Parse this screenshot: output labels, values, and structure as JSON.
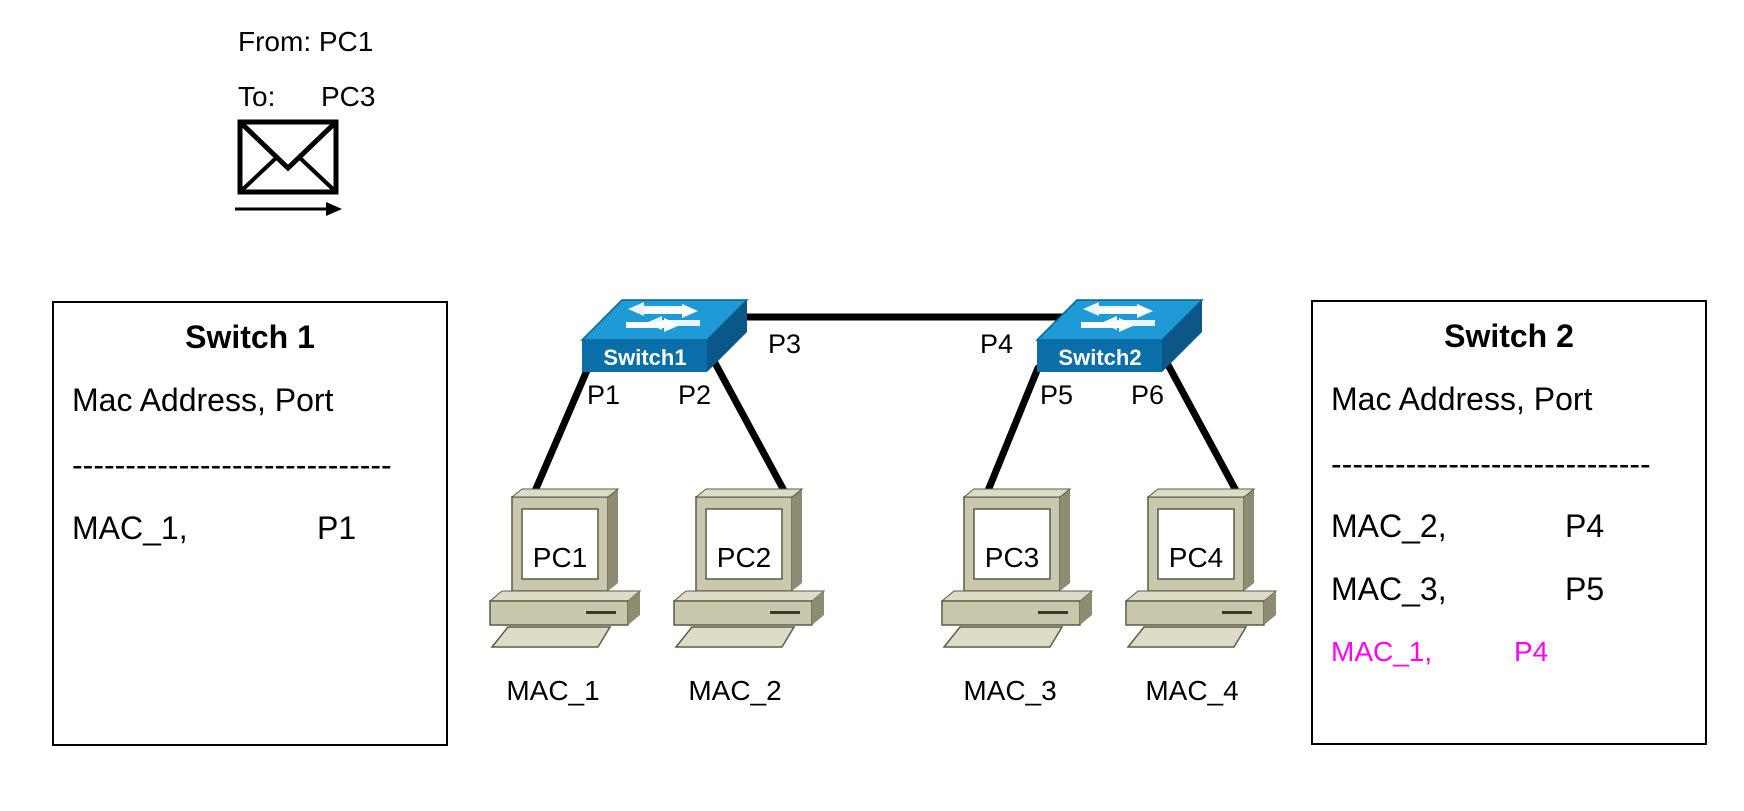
{
  "frame": {
    "from_label": "From: PC1",
    "to_label": "To:",
    "to_value": "PC3"
  },
  "switch1_table": {
    "title": "Switch 1",
    "header": "Mac Address,   Port",
    "separator": "------------------------------",
    "entries": [
      {
        "mac": "MAC_1,",
        "port": "P1"
      }
    ]
  },
  "switch2_table": {
    "title": "Switch 2",
    "header": "Mac Address,   Port",
    "separator": "------------------------------",
    "entries": [
      {
        "mac": "MAC_2,",
        "port": "P4"
      },
      {
        "mac": "MAC_3,",
        "port": "P5"
      }
    ],
    "new_entry": {
      "mac": "MAC_1,",
      "port": "P4"
    }
  },
  "switches": [
    {
      "label": "Switch1"
    },
    {
      "label": "Switch2"
    }
  ],
  "ports": [
    "P1",
    "P2",
    "P3",
    "P4",
    "P5",
    "P6"
  ],
  "pcs": [
    {
      "label": "PC1",
      "mac": "MAC_1"
    },
    {
      "label": "PC2",
      "mac": "MAC_2"
    },
    {
      "label": "PC3",
      "mac": "MAC_3"
    },
    {
      "label": "PC4",
      "mac": "MAC_4"
    }
  ],
  "colors": {
    "switch_top": "#1e9bd7",
    "switch_side": "#0a6fa8",
    "pc_body": "#c9c8ad",
    "pc_shadow": "#8e8c70",
    "learned_entry": "#ff00ff"
  }
}
